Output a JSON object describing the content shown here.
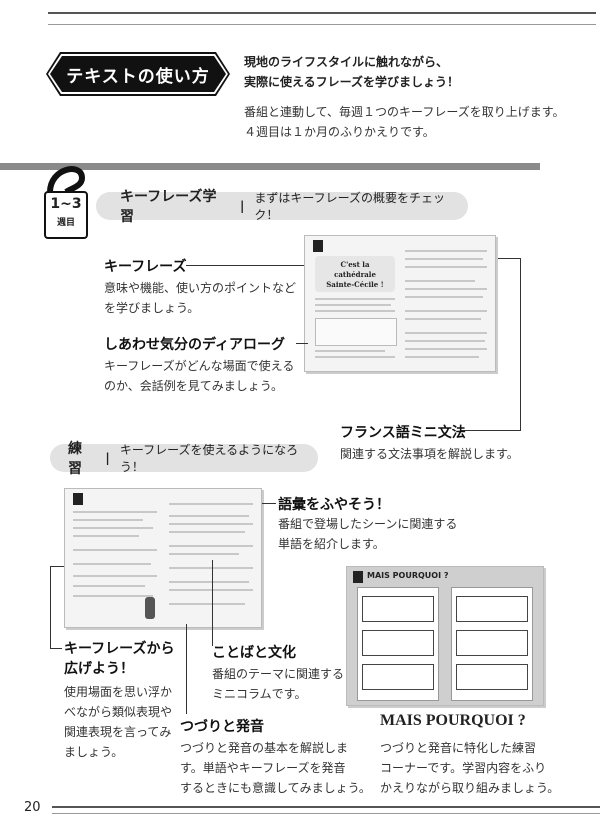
{
  "header": {
    "badge": "テキストの使い方",
    "intro_bold_1": "現地のライフスタイルに触れながら、",
    "intro_bold_2": "実際に使えるフレーズを学びましょう！",
    "intro_1": "番組と連動して、毎週１つのキーフレーズを取り上げます。",
    "intro_2": "４週目は１か月のふりかえりです。"
  },
  "week_tag": {
    "number": "1~3",
    "label": "週目"
  },
  "section1": {
    "pill_title": "キーフレーズ学習",
    "pill_sub": "まずはキーフレーズの概要をチェック！",
    "key_phrase_head": "キーフレーズ",
    "key_phrase_text_1": "意味や機能、使い方のポイントなど",
    "key_phrase_text_2": "を学びましょう。",
    "dialogue_head": "しあわせ気分のディアローグ",
    "dialogue_text_1": "キーフレーズがどんな場面で使える",
    "dialogue_text_2": "のか、会話例を見てみましょう。",
    "grammar_head": "フランス語ミニ文法",
    "grammar_text": "関連する文法事項を解説します。",
    "thumb_title_1": "C'est la cathédrale",
    "thumb_title_2": "Sainte-Cécile !"
  },
  "section2": {
    "pill_title": "練習",
    "pill_sub": "キーフレーズを使えるようになろう！",
    "vocab_head": "語彙をふやそう！",
    "vocab_text_1": "番組で登場したシーンに関連する",
    "vocab_text_2": "単語を紹介します。",
    "culture_head": "ことばと文化",
    "culture_text_1": "番組のテーマに関連する",
    "culture_text_2": "ミニコラムです。",
    "expand_head_1": "キーフレーズから",
    "expand_head_2": "広げよう！",
    "expand_text_1": "使用場面を思い浮か",
    "expand_text_2": "べながら類似表現や",
    "expand_text_3": "関連表現を言ってみ",
    "expand_text_4": "ましょう。",
    "spelling_head": "つづりと発音",
    "spelling_text_1": "つづりと発音の基本を解説しま",
    "spelling_text_2": "す。単語やキーフレーズを発音",
    "spelling_text_3": "するときにも意識してみましょう。",
    "mais_head": "MAIS POURQUOI ?",
    "mais_text_1": "つづりと発音に特化した練習",
    "mais_text_2": "コーナーです。学習内容をふり",
    "mais_text_3": "かえりながら取り組みましょう。",
    "mais_thumb_title": "MAIS POURQUOI ?"
  },
  "footer": {
    "page_number": "20"
  }
}
